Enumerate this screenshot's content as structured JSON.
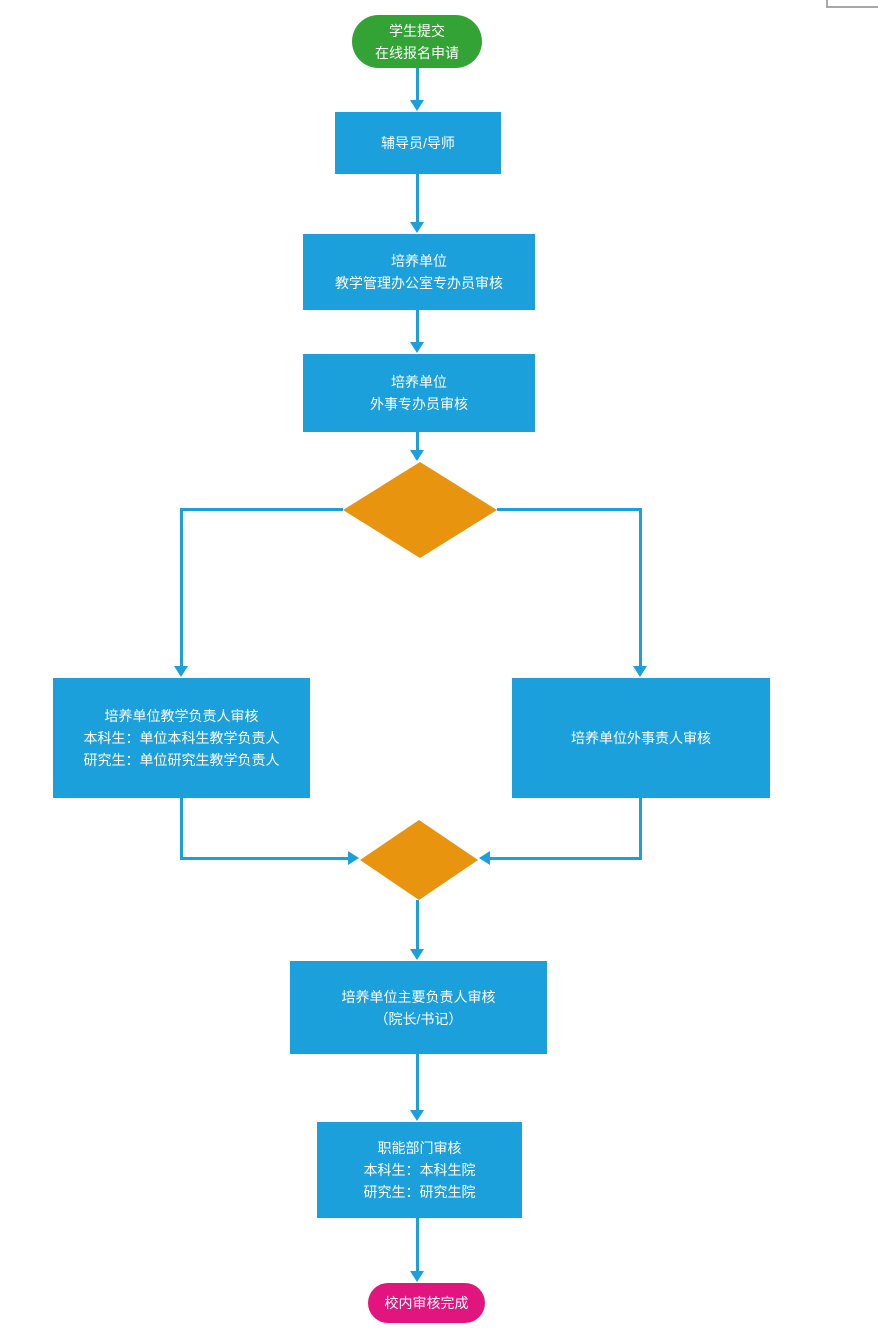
{
  "flowchart": {
    "colors": {
      "start": "#34A336",
      "process": "#1BA0DC",
      "decision": "#E8940F",
      "end": "#E2147D",
      "connector": "#1BA0DC",
      "crop_corner": "#A8A8A8",
      "text": "#FFFFFF",
      "background": "#FFFFFF"
    },
    "nodes": {
      "start": {
        "type": "terminal",
        "lines": [
          "学生提交",
          "在线报名申请"
        ]
      },
      "counselor": {
        "type": "process",
        "lines": [
          "辅导员/导师"
        ]
      },
      "teaching_office": {
        "type": "process",
        "lines": [
          "培养单位",
          "教学管理办公室专办员审核"
        ]
      },
      "foreign_office": {
        "type": "process",
        "lines": [
          "培养单位",
          "外事专办员审核"
        ]
      },
      "split_decision": {
        "type": "decision",
        "lines": []
      },
      "teaching_leader": {
        "type": "process",
        "lines": [
          "培养单位教学负责人审核",
          "本科生：单位本科生教学负责人",
          "研究生：单位研究生教学负责人"
        ]
      },
      "foreign_leader": {
        "type": "process",
        "lines": [
          "培养单位外事责人审核"
        ]
      },
      "merge_decision": {
        "type": "decision",
        "lines": []
      },
      "main_leader": {
        "type": "process",
        "lines": [
          "培养单位主要负责人审核",
          "（院长/书记）"
        ]
      },
      "functional_dept": {
        "type": "process",
        "lines": [
          "职能部门审核",
          "本科生：本科生院",
          "研究生：研究生院"
        ]
      },
      "end": {
        "type": "terminal",
        "lines": [
          "校内审核完成"
        ]
      }
    }
  }
}
